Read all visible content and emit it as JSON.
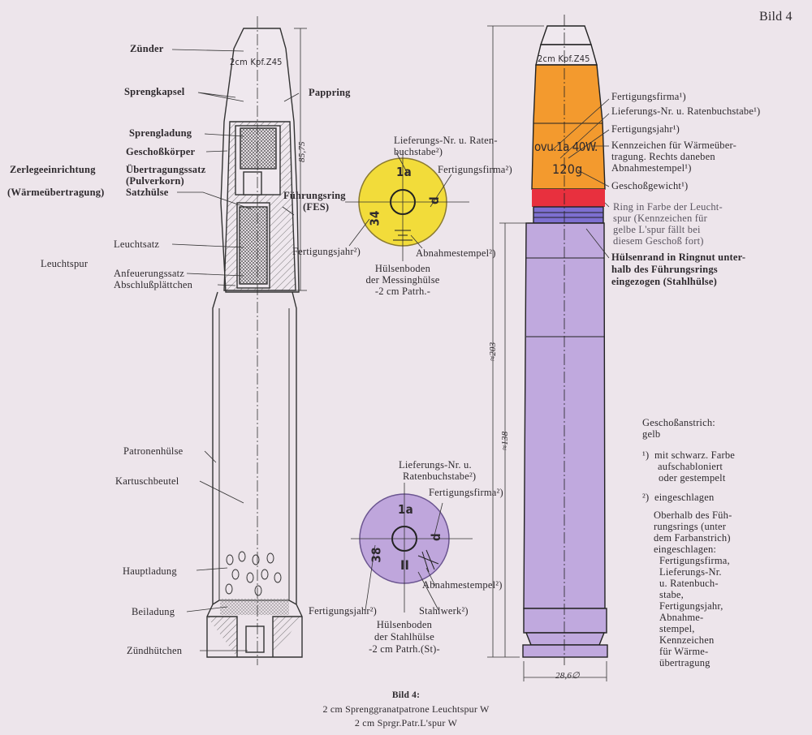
{
  "figure_tag": "Bild 4",
  "left_drawing": {
    "fuze_marking": "2cm Kpf.Z45",
    "labels": {
      "zuender": "Zünder",
      "sprengkapsel": "Sprengkapsel",
      "pappring": "Pappring",
      "sprengladung": "Sprengladung",
      "geschosskoerper": "Geschoßkörper",
      "zerlegeeinrichtung": "Zerlegeeinrichtung",
      "waermeuebertragung": "(Wärmeübertragung)",
      "uebertragungssatz": "Übertragungssatz",
      "pulverkorn": "(Pulverkorn)",
      "satzhuelse": "Satzhülse",
      "fuehrungsring": "Führungsring",
      "fes": "(FES)",
      "leuchtsatz": "Leuchtsatz",
      "leuchtspur": "Leuchtspur",
      "anfeuerungssatz": "Anfeuerungssatz",
      "abschlussplaettchen": "Abschlußplättchen",
      "patronenhuelse": "Patronenhülse",
      "kartuschbeutel": "Kartuschbeutel",
      "hauptladung": "Hauptladung",
      "beiladung": "Beiladung",
      "zuendhuetchen": "Zündhütchen"
    },
    "dimension": "85,75"
  },
  "brass_base": {
    "marks": {
      "top": "1a",
      "left": "34",
      "right": "d"
    },
    "labels": {
      "lieferung_1": "Lieferungs-Nr. u. Raten-",
      "lieferung_2": "buchstabe²)",
      "firma": "Fertigungsfirma²)",
      "jahr": "Fertigungsjahr²)",
      "stempel": "Abnahmestempel²)"
    },
    "caption": [
      "Hülsenboden",
      "der Messinghülse",
      "-2 cm Patrh.-"
    ],
    "color": "#f2dc3a"
  },
  "steel_base": {
    "marks": {
      "top": "1a",
      "left": "38",
      "right": "d",
      "bottom": "II"
    },
    "labels": {
      "lieferung_1": "Lieferungs-Nr. u.",
      "lieferung_2": "Ratenbuchstabe²)",
      "firma": "Fertigungsfirma²)",
      "stempel": "Abnahmestempel²)",
      "jahr": "Fertigungsjahr²)",
      "stahlwerk": "Stahlwerk²)"
    },
    "caption": [
      "Hülsenboden",
      "der Stahlhülse",
      "-2 cm Patrh.(St)-"
    ],
    "color": "#bfa6dc"
  },
  "right_drawing": {
    "fuze_marking": "2cm Kpf.Z45",
    "body_marking": "ovu.1a 40W.",
    "weight_marking": "120g",
    "labels": {
      "firma": "Fertigungsfirma¹)",
      "lieferung": "Lieferungs-Nr. u. Ratenbuchstabe¹)",
      "jahr": "Fertigungsjahr¹)",
      "kennzeichen": [
        "Kennzeichen für Wärmeüber-",
        "tragung. Rechts daneben",
        "Abnahmestempel¹)"
      ],
      "gewicht": "Geschoßgewicht¹)",
      "ring": [
        "Ring in Farbe der Leucht-",
        "spur (Kennzeichen für",
        "gelbe L'spur fällt bei",
        "diesem Geschoß fort)"
      ],
      "huelsenrand": [
        "Hülsenrand in Ringnut unter-",
        "halb des Führungsrings",
        "eingezogen (Stahlhülse)"
      ]
    },
    "dimensions": {
      "total": "≈203",
      "case": "≈138",
      "diameter": "28,6∅"
    },
    "colors": {
      "projectile": "#f39a2e",
      "ring": "#e8303e",
      "band": "#7d6fd0",
      "case": "#c0a9de"
    }
  },
  "notes": {
    "anstrich": [
      "Geschoßanstrich:",
      "gelb"
    ],
    "fn1_mark": "¹)",
    "fn1": [
      "mit schwarz. Farbe",
      "aufschabloniert",
      "oder gestempelt"
    ],
    "fn2_mark": "²)",
    "fn2": "eingeschlagen",
    "fn2_detail": [
      "Oberhalb des Füh-",
      "rungsrings (unter",
      "dem Farbanstrich)",
      "eingeschlagen:"
    ],
    "fn2_list": [
      "Fertigungsfirma,",
      "Lieferungs-Nr.",
      "u. Ratenbuch-",
      "stabe,",
      "Fertigungsjahr,",
      "Abnahme-",
      "stempel,",
      "Kennzeichen",
      "für Wärme-",
      "übertragung"
    ]
  },
  "caption": {
    "title": "Bild 4:",
    "line1": "2 cm Sprenggranatpatrone Leuchtspur W",
    "line2": "2 cm Sprgr.Patr.L'spur W"
  }
}
